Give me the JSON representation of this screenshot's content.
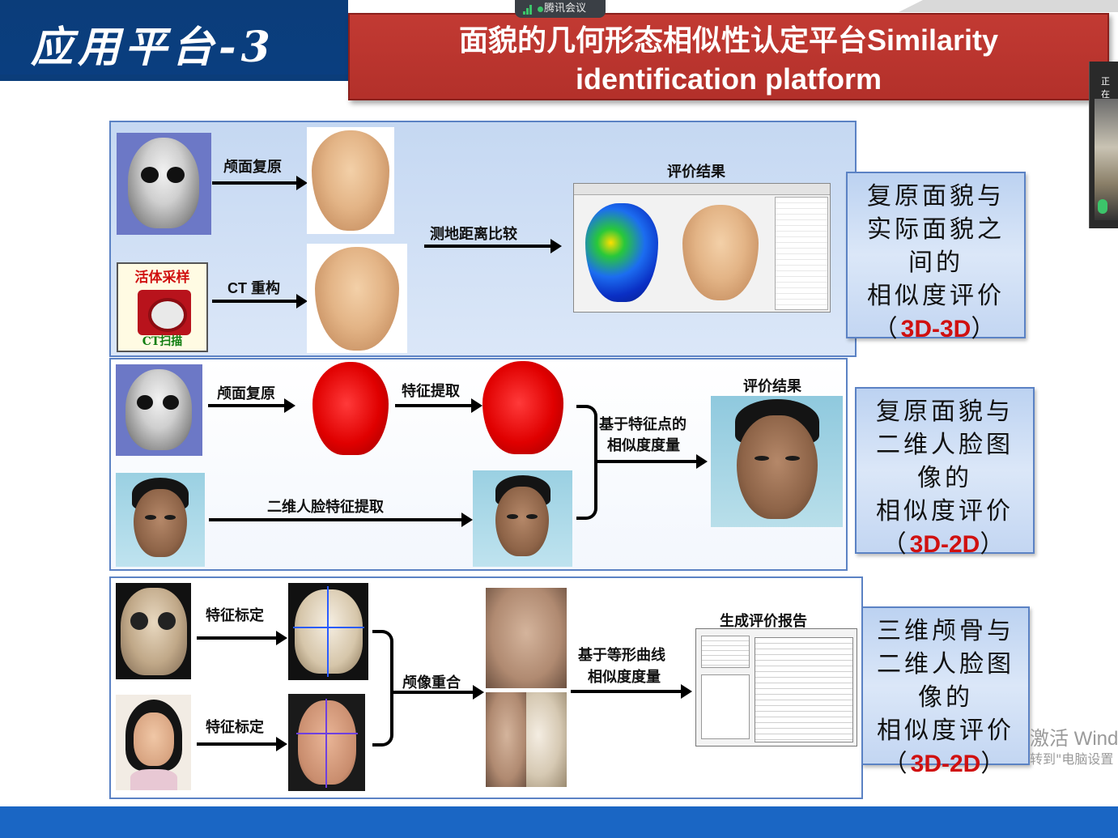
{
  "meeting": {
    "app_name": "腾讯会议"
  },
  "header": {
    "app_title": "应用平台-3",
    "title_line1": "面貌的几何形态相似性认定平台Similarity",
    "title_line2": "identification platform"
  },
  "side_video": {
    "label": "正在"
  },
  "panel1": {
    "step_craniofacial_restore": "颅面复原",
    "step_ct_reconstruct": "CT 重构",
    "ct_box_title": "活体采样",
    "ct_box_sub": "CT扫描",
    "step_geodesic_compare": "测地距离比较",
    "eval_result": "评价结果"
  },
  "panel2": {
    "step_craniofacial_restore": "颅面复原",
    "step_feature_extract": "特征提取",
    "step_2d_feature_extract": "二维人脸特征提取",
    "method_line1": "基于特征点的",
    "method_line2": "相似度度量",
    "eval_result": "评价结果"
  },
  "panel3": {
    "step_feature_mark_1": "特征标定",
    "step_feature_mark_2": "特征标定",
    "step_superimpose": "颅像重合",
    "method_line1": "基于等形曲线",
    "method_line2": "相似度度量",
    "report_title": "生成评价报告"
  },
  "desc_boxes": [
    {
      "line1": "复原面貌与",
      "line2": "实际面貌之",
      "line3": "间的",
      "line4": "相似度评价",
      "tag_open": "（",
      "tag": "3D-3D",
      "tag_close": "）"
    },
    {
      "line1": "复原面貌与",
      "line2": "二维人脸图",
      "line3": "像的",
      "line4": "相似度评价",
      "tag_open": "（",
      "tag": "3D-2D",
      "tag_close": "）"
    },
    {
      "line1": "三维颅骨与",
      "line2": "二维人脸图",
      "line3": "像的",
      "line4": "相似度评价",
      "tag_open": "（",
      "tag": "3D-2D",
      "tag_close": "）"
    }
  ],
  "watermark": {
    "line1": "激活 Wind",
    "line2": "转到\"电脑设置"
  },
  "colors": {
    "header_blue": "#0b3d7a",
    "title_red": "#c23a33",
    "accent_red": "#d01010",
    "panel_border": "#5b82c4",
    "footer_blue": "#1a66c4"
  }
}
